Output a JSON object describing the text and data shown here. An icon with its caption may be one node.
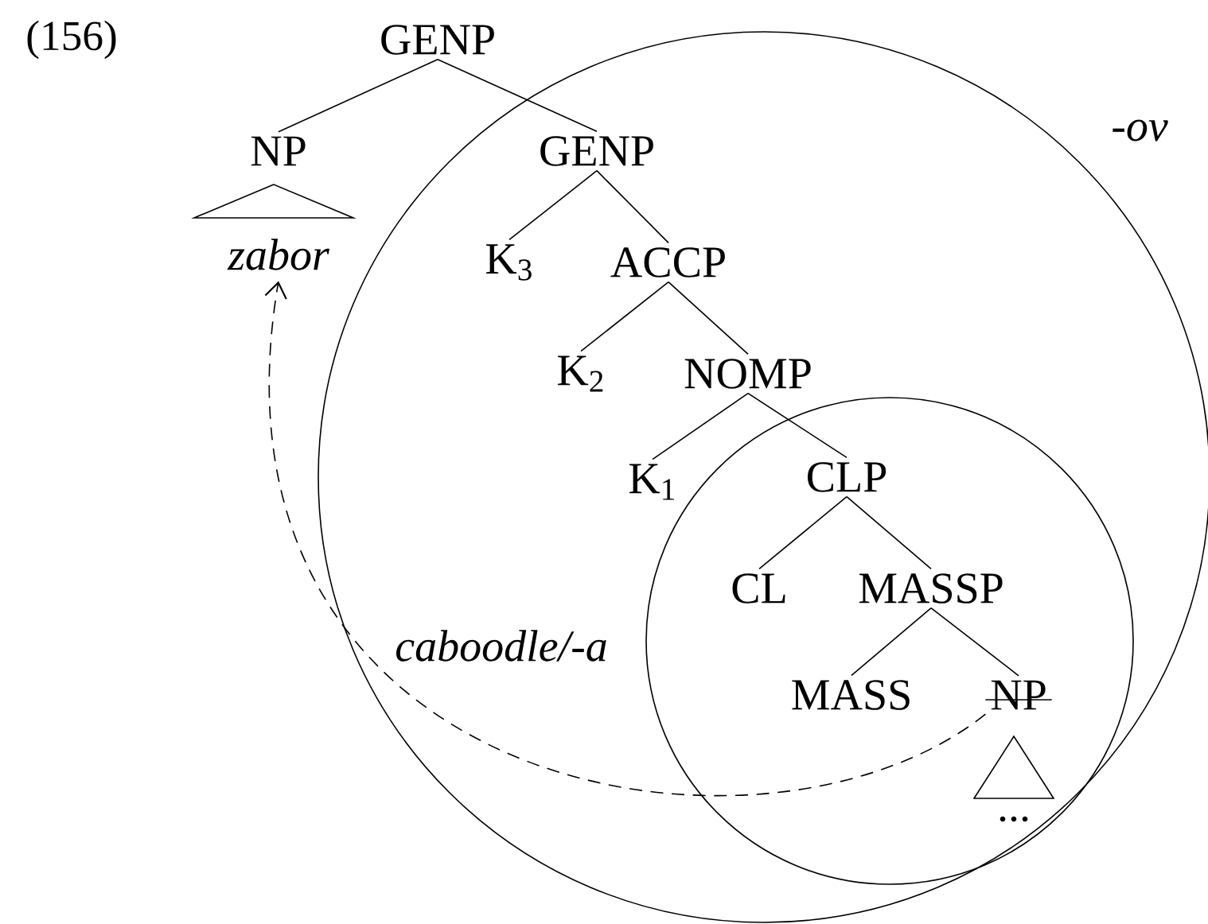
{
  "diagram": {
    "nodes": [
      {
        "text": [
          "-ov"
        ]
      },
      {
        "text": [
          "caboodle/-a"
        ],
        "in": 0
      },
      {
        "text": [
          "GENP"
        ]
      },
      {
        "text": [
          "NP"
        ]
      },
      {
        "text": [
          "GENP"
        ],
        "in": 0
      },
      {
        "text": [
          "zabor"
        ]
      },
      {
        "text": [
          "K$_{3}$"
        ],
        "in": 0
      },
      {
        "text": [
          "ACCP"
        ],
        "in": 0
      },
      {
        "text": [
          "K$_{2}$"
        ],
        "in": 0
      },
      {
        "text": [
          "NOMP"
        ],
        "in": 0
      },
      {
        "text": [
          "K$_{1}$"
        ],
        "in": 0
      },
      {
        "text": [
          "CLP"
        ],
        "in": 1
      },
      {
        "text": [
          "CL"
        ],
        "in": 1
      },
      {
        "text": [
          "MASSP"
        ],
        "in": 1
      },
      {
        "text": [
          "MASS"
        ],
        "in": 1
      },
      {
        "text": [
          "NP"
        ],
        "in": 1
      },
      {
        "text": [
          "..."
        ],
        "in": 1
      }
    ],
    "edges": [
      {
        "from": 2,
        "to": 3,
        "arrow": "none"
      },
      {
        "from": 2,
        "to": 4,
        "arrow": "none"
      },
      {
        "from": 4,
        "to": 6,
        "arrow": "none"
      },
      {
        "from": 4,
        "to": 7,
        "arrow": "none"
      },
      {
        "from": 7,
        "to": 8,
        "arrow": "none"
      },
      {
        "from": 7,
        "to": 9,
        "arrow": "none"
      },
      {
        "from": 9,
        "to": 10,
        "arrow": "none"
      },
      {
        "from": 9,
        "to": 11,
        "arrow": "none"
      },
      {
        "from": 11,
        "to": 12,
        "arrow": "none"
      },
      {
        "from": 11,
        "to": 13,
        "arrow": "none"
      },
      {
        "from": 13,
        "to": 14,
        "arrow": "none"
      },
      {
        "from": 13,
        "to": 15,
        "arrow": "none"
      },
      {
        "from": 15,
        "to": 5,
        "arrow": "to",
        "style": "dashed"
      }
    ],
    "labels": [
      "(156)"
    ]
  }
}
